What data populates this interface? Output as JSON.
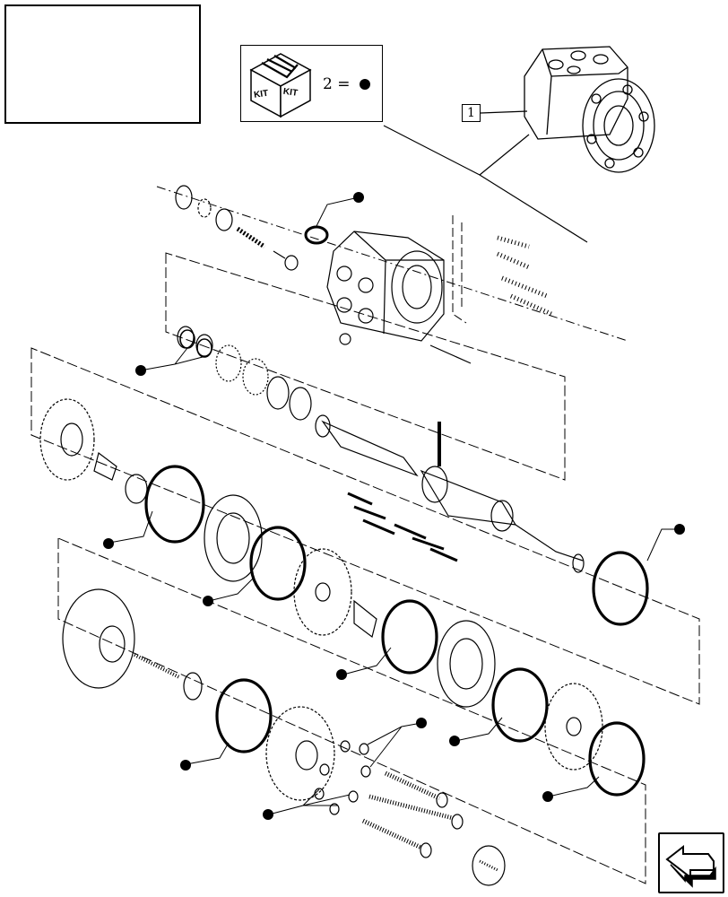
{
  "kit_legend": {
    "count": "2",
    "equals": "=",
    "kit_label_left": "KIT",
    "kit_label_right": "KIT"
  },
  "reference_number": "1",
  "marker_color": "#000000",
  "line_color": "#000000"
}
